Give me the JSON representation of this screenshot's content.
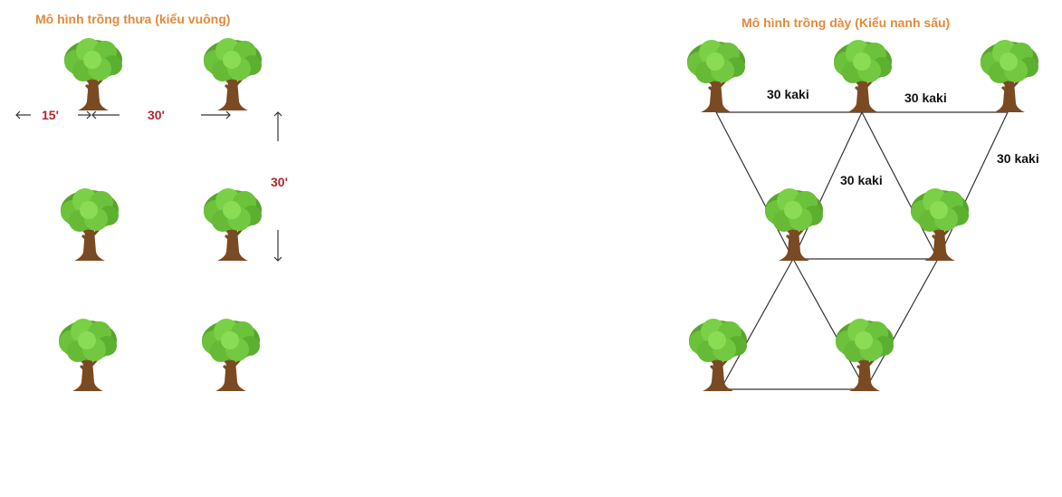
{
  "square_layout": {
    "title": "Mô hình trồng thưa (kiểu vuông)",
    "edge_spacing": "15'",
    "row_spacing": "30'",
    "column_spacing": "30'",
    "tree_count": 6
  },
  "zigzag_layout": {
    "title": "Mô hình trồng dày (Kiểu nanh sấu)",
    "spacing_top_left": "30 kaki",
    "spacing_top_right": "30 kaki",
    "spacing_diagonal_right": "30 kaki",
    "spacing_center": "30 kaki",
    "tree_count": 7
  },
  "colors": {
    "title": "#e08a3c",
    "dimension_red": "#b3262b",
    "foliage": "#6cc23a",
    "trunk": "#7a4a22"
  },
  "icons": {
    "tree": "tree-icon",
    "arrow": "arrow-icon"
  }
}
